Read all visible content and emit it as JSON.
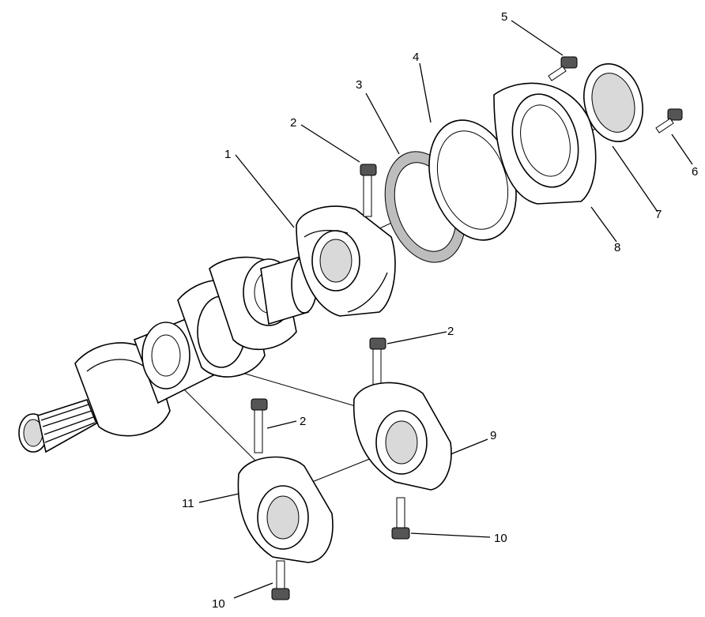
{
  "diagram": {
    "callouts": [
      {
        "id": "c1",
        "label": "1"
      },
      {
        "id": "c2a",
        "label": "2"
      },
      {
        "id": "c2b",
        "label": "2"
      },
      {
        "id": "c2c",
        "label": "2"
      },
      {
        "id": "c3",
        "label": "3"
      },
      {
        "id": "c4",
        "label": "4"
      },
      {
        "id": "c5",
        "label": "5"
      },
      {
        "id": "c6",
        "label": "6"
      },
      {
        "id": "c7",
        "label": "7"
      },
      {
        "id": "c8",
        "label": "8"
      },
      {
        "id": "c9",
        "label": "9"
      },
      {
        "id": "c10a",
        "label": "10"
      },
      {
        "id": "c10b",
        "label": "10"
      },
      {
        "id": "c11",
        "label": "11"
      }
    ]
  }
}
